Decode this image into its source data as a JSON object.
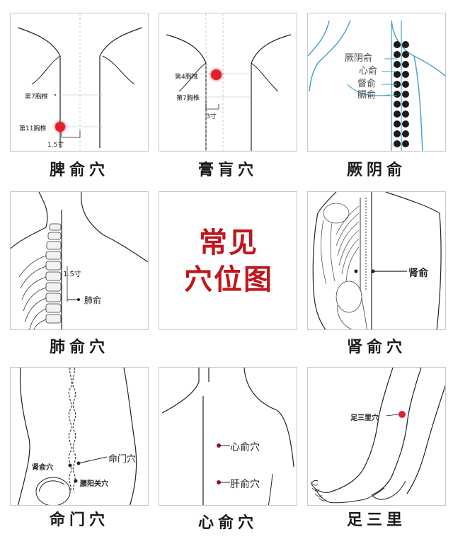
{
  "panels": [
    {
      "caption": "脾俞穴",
      "labels": {
        "c7": "第7胸椎",
        "t11": "第11胸椎",
        "dist": "1.5寸"
      }
    },
    {
      "caption": "膏肓穴",
      "labels": {
        "t4": "第4胸椎",
        "c7": "第7胸椎",
        "dist": "3寸"
      }
    },
    {
      "caption": "厥阴俞",
      "labels": {
        "l1": "厥阴俞",
        "l2": "心俞",
        "l3": "督俞",
        "l4": "膈俞"
      }
    },
    {
      "caption": "肺俞穴",
      "labels": {
        "dist": "1.5寸",
        "point": "肺俞"
      }
    },
    {
      "caption": "",
      "labels": {
        "title1": "常见",
        "title2": "穴位图"
      }
    },
    {
      "caption": "肾俞穴",
      "labels": {
        "point": "肾俞"
      }
    },
    {
      "caption": "命门穴",
      "labels": {
        "shenyu": "肾俞穴",
        "mingmen": "命门穴",
        "yaoyang": "腰阳关穴"
      }
    },
    {
      "caption": "心俞穴",
      "labels": {
        "xinyu": "心俞穴",
        "ganyu": "肝俞穴"
      }
    },
    {
      "caption": "足三里",
      "labels": {
        "point": "足三里穴"
      }
    }
  ],
  "colors": {
    "accent_red": "#c0161c",
    "dot_red": "#e0202a",
    "teal_line": "#4aa3c7",
    "dot_dark": "#1a1a1a"
  }
}
